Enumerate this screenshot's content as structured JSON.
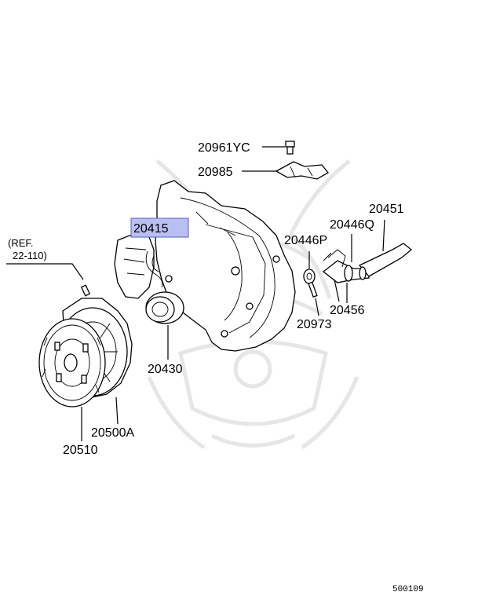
{
  "labels": {
    "p20961yc": "20961YC",
    "p20985": "20985",
    "p20451": "20451",
    "p20415": "20415",
    "p20446q": "20446Q",
    "p20446p": "20446P",
    "ref_line1": "(REF.",
    "ref_line2": "22-110)",
    "p20456": "20456",
    "p20973": "20973",
    "p20430": "20430",
    "p20500a": "20500A",
    "p20510": "20510"
  },
  "highlighted_part": "20415",
  "highlight_color": "#b9bff0",
  "diagram_code": "500109"
}
